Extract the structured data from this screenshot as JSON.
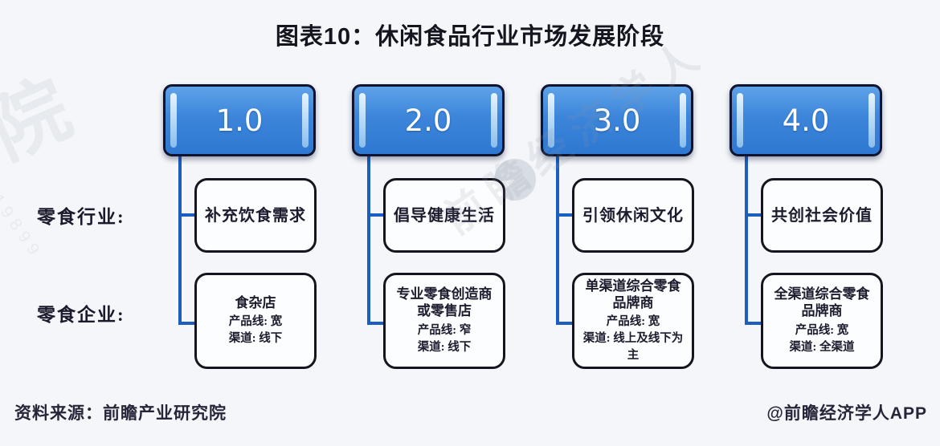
{
  "title": "图表10：休闲食品行业市场发展阶段",
  "row_labels": {
    "industry": "零食行业:",
    "enterprise": "零食企业:"
  },
  "columns": [
    {
      "stage": "1.0",
      "industry": "补充饮食需求",
      "enterprise_title": "食杂店",
      "product_line": "产品线: 宽",
      "channel": "渠道: 线下"
    },
    {
      "stage": "2.0",
      "industry": "倡导健康生活",
      "enterprise_title": "专业零食创造商或零售店",
      "product_line": "产品线: 窄",
      "channel": "渠道: 线下"
    },
    {
      "stage": "3.0",
      "industry": "引领休闲文化",
      "enterprise_title": "单渠道综合零食品牌商",
      "product_line": "产品线: 宽",
      "channel": "渠道: 线上及线下为主"
    },
    {
      "stage": "4.0",
      "industry": "共创社会价值",
      "enterprise_title": "全渠道综合零食品牌商",
      "product_line": "产品线: 宽",
      "channel": "渠道: 全渠道"
    }
  ],
  "footer": {
    "source": "资料来源：前瞻产业研究院",
    "credit": "@前瞻经济学人APP"
  },
  "watermark": {
    "diagonal_text": "前瞻经济学人",
    "left_char": "院",
    "left_digits": "19899"
  },
  "colors": {
    "background": "#f4f6f9",
    "header-blue": "#2e78d2",
    "header-blue-light": "#5ea2e8",
    "connector-blue": "#1b5ec0",
    "box-border": "#15151f",
    "text-dark": "#1c1c2e"
  }
}
